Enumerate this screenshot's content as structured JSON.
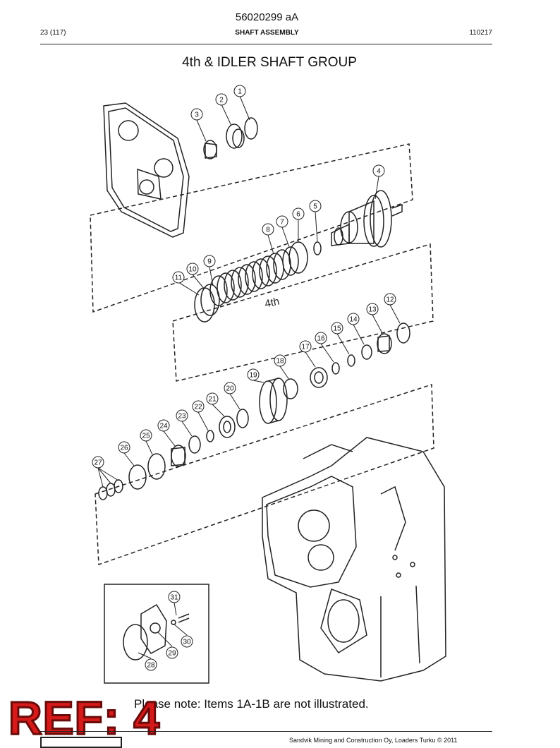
{
  "header": {
    "doc_id": "56020299 aA",
    "page": "23 (117)",
    "section": "SHAFT ASSEMBLY",
    "code": "110217"
  },
  "title": "4th & IDLER SHAFT GROUP",
  "drawing": {
    "gear_label": "4th",
    "callouts": [
      {
        "n": "1"
      },
      {
        "n": "2"
      },
      {
        "n": "3"
      },
      {
        "n": "4"
      },
      {
        "n": "5"
      },
      {
        "n": "6"
      },
      {
        "n": "7"
      },
      {
        "n": "8"
      },
      {
        "n": "9"
      },
      {
        "n": "10"
      },
      {
        "n": "11"
      },
      {
        "n": "12"
      },
      {
        "n": "13"
      },
      {
        "n": "14"
      },
      {
        "n": "15"
      },
      {
        "n": "16"
      },
      {
        "n": "17"
      },
      {
        "n": "18"
      },
      {
        "n": "19"
      },
      {
        "n": "20"
      },
      {
        "n": "21"
      },
      {
        "n": "22"
      },
      {
        "n": "23"
      },
      {
        "n": "24"
      },
      {
        "n": "25"
      },
      {
        "n": "26"
      },
      {
        "n": "27"
      },
      {
        "n": "28"
      },
      {
        "n": "29"
      },
      {
        "n": "30"
      },
      {
        "n": "31"
      }
    ]
  },
  "note": "Please note: Items 1A-1B are not illustrated.",
  "stamp": "REF: 4",
  "footer": "Sandvik Mining and Construction Oy, Loaders Turku © 2011"
}
